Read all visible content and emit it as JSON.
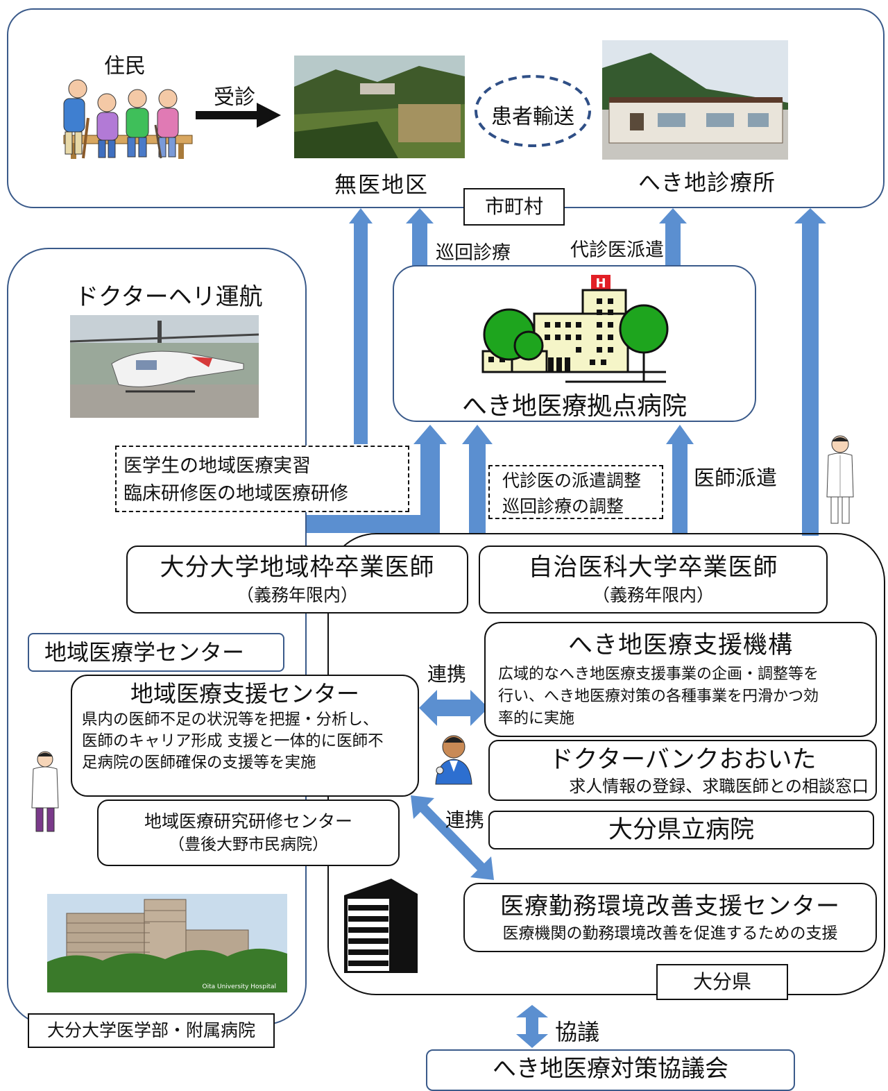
{
  "municipality": {
    "residents_label": "住民",
    "consult_label": "受診",
    "no_doctor_area_label": "無医地区",
    "patient_transport_label": "患者輸送",
    "remote_clinic_label": "へき地診療所",
    "tag_label": "市町村"
  },
  "arrows": {
    "rounds_label": "巡回診療",
    "substitute_doctor_label": "代診医派遣",
    "doctor_dispatch_label": "医師派遣",
    "coordination_lines": [
      "代診医の派遣調整",
      "巡回診療の調整"
    ],
    "training_lines": [
      "医学生の地域医療実習",
      "臨床研修医の地域医療研修"
    ]
  },
  "base_hospital": {
    "title": "へき地医療拠点病院",
    "h_mark": "H"
  },
  "university": {
    "heli_title": "ドクターヘリ運航",
    "community_center_tag": "地域医療学センター",
    "support_center_title": "地域医療支援センター",
    "support_center_desc_lines": [
      "県内の医師不足の状況等を把握・分析し、",
      "医師のキャリア形成 支援と一体的に医師不",
      "足病院の医師確保の支援等を実施"
    ],
    "research_center_title": "地域医療研究研修センター",
    "research_center_sub": "（豊後大野市民病院）",
    "photo_caption": "Oita University Hospital",
    "tag_label": "大分大学医学部・附属病院"
  },
  "prefecture": {
    "oita_grad_title": "大分大学地域枠卒業医師",
    "oita_grad_sub": "（義務年限内）",
    "jichi_grad_title": "自治医科大学卒業医師",
    "jichi_grad_sub": "（義務年限内）",
    "cooperation_label_1": "連携",
    "cooperation_label_2": "連携",
    "remote_support_org_title": "へき地医療支援機構",
    "remote_support_org_desc_lines": [
      "広域的なへき地医療支援事業の企画・調整等を",
      "行い、へき地医療対策の各種事業を円滑かつ効",
      "率的に実施"
    ],
    "doctor_bank_title": "ドクターバンクおおいた",
    "doctor_bank_sub": "求人情報の登録、求職医師との相談窓口",
    "prefectural_hospital_title": "大分県立病院",
    "work_env_title": "医療勤務環境改善支援センター",
    "work_env_sub": "医療機関の勤務環境改善を促進するための支援",
    "tag_label": "大分県"
  },
  "council": {
    "discussion_label": "協議",
    "title": "へき地医療対策協議会"
  },
  "colors": {
    "arrow_blue": "#5b8fd0",
    "frame_navy": "#3a5a8a",
    "tree_green": "#1ea51e",
    "building_cream": "#f5f5c8"
  }
}
